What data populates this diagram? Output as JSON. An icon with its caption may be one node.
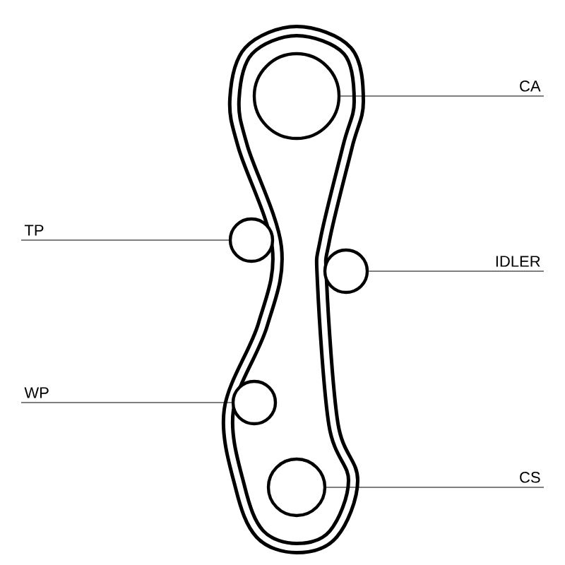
{
  "diagram": {
    "nodes": [
      {
        "text": [
          "CA"
        ]
      },
      {
        "text": [
          "TP"
        ]
      },
      {
        "text": [
          "IDLER"
        ]
      },
      {
        "text": [
          "WP"
        ]
      },
      {
        "text": [
          "CS"
        ]
      },
      {
        "text": [],
        "shape": "circle"
      },
      {
        "text": [],
        "shape": "circle"
      },
      {
        "text": [],
        "shape": "circle"
      },
      {
        "text": [],
        "shape": "circle"
      },
      {
        "text": [],
        "shape": "circle"
      }
    ],
    "edges": [
      {
        "from": 0,
        "to": 5,
        "arrow": "none"
      },
      {
        "from": 1,
        "to": 6,
        "arrow": "none"
      },
      {
        "from": 2,
        "to": 7,
        "arrow": "none"
      },
      {
        "from": 3,
        "to": 8,
        "arrow": "none"
      },
      {
        "from": 4,
        "to": 9,
        "arrow": "none"
      }
    ]
  }
}
